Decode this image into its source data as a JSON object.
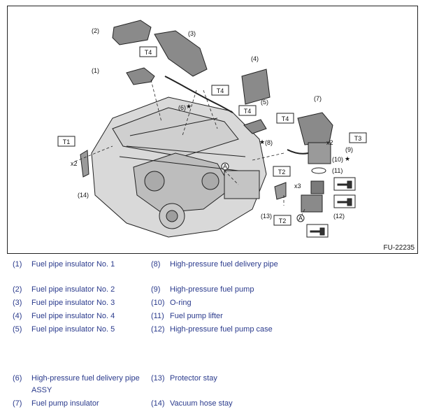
{
  "figure": {
    "figure_id": "FU-22235",
    "callouts": [
      "(1)",
      "(2)",
      "(3)",
      "(4)",
      "(5)",
      "(6)",
      "(7)",
      "(8)",
      "(9)",
      "(10)",
      "(11)",
      "(12)",
      "(13)",
      "(14)"
    ],
    "torque_labels": [
      "T1",
      "T2",
      "T2",
      "T3",
      "T4",
      "T4",
      "T4",
      "T4"
    ],
    "quantity_labels": [
      "x2",
      "x2",
      "x3"
    ],
    "star_symbol": "★",
    "connector_label": "A"
  },
  "legend": {
    "items": [
      {
        "num": "(1)",
        "text": "Fuel pipe insulator No. 1"
      },
      {
        "num": "(2)",
        "text": "Fuel pipe insulator No. 2"
      },
      {
        "num": "(3)",
        "text": "Fuel pipe insulator No. 3"
      },
      {
        "num": "(4)",
        "text": "Fuel pipe insulator No. 4"
      },
      {
        "num": "(5)",
        "text": "Fuel pipe insulator No. 5"
      },
      {
        "num": "(6)",
        "text": "High-pressure fuel delivery pipe ASSY"
      },
      {
        "num": "(7)",
        "text": "Fuel pump insulator"
      },
      {
        "num": "(8)",
        "text": "High-pressure fuel delivery pipe"
      },
      {
        "num": "(9)",
        "text": "High-pressure fuel pump"
      },
      {
        "num": "(10)",
        "text": "O-ring"
      },
      {
        "num": "(11)",
        "text": "Fuel pump lifter"
      },
      {
        "num": "(12)",
        "text": "High-pressure fuel pump case"
      },
      {
        "num": "(13)",
        "text": "Protector stay"
      },
      {
        "num": "(14)",
        "text": "Vacuum hose stay"
      }
    ]
  }
}
